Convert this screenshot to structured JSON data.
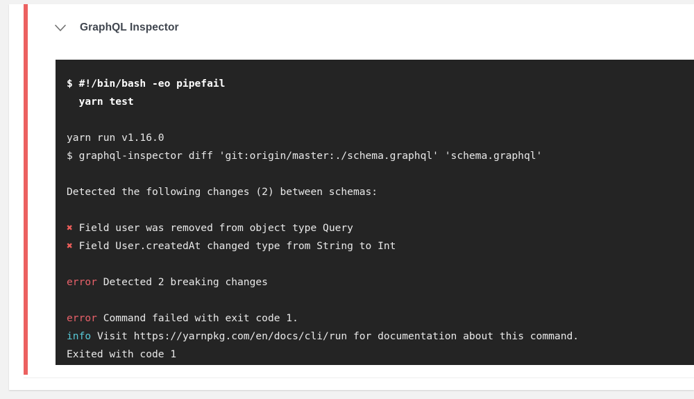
{
  "step": {
    "title": "GraphQL Inspector",
    "chevron_icon": "chevron-down-icon",
    "status_color": "#ec6160"
  },
  "terminal": {
    "background_color": "#242424",
    "text_color": "#e9e9e9",
    "error_color": "#e8616a",
    "info_color": "#57c8d6",
    "cross_color": "#ee5f5b",
    "lines": [
      {
        "type": "command",
        "text": "$ #!/bin/bash -eo pipefail"
      },
      {
        "type": "command",
        "text": "  yarn test"
      },
      {
        "type": "blank",
        "text": ""
      },
      {
        "type": "plain",
        "text": "yarn run v1.16.0"
      },
      {
        "type": "plain",
        "text": "$ graphql-inspector diff 'git:origin/master:./schema.graphql' 'schema.graphql'"
      },
      {
        "type": "blank",
        "text": ""
      },
      {
        "type": "plain",
        "text": "Detected the following changes (2) between schemas:"
      },
      {
        "type": "blank",
        "text": ""
      },
      {
        "type": "cross",
        "prefix": "✖",
        "text": " Field user was removed from object type Query"
      },
      {
        "type": "cross",
        "prefix": "✖",
        "text": " Field User.createdAt changed type from String to Int"
      },
      {
        "type": "blank",
        "text": ""
      },
      {
        "type": "error",
        "prefix": "error",
        "text": " Detected 2 breaking changes"
      },
      {
        "type": "blank",
        "text": ""
      },
      {
        "type": "error",
        "prefix": "error",
        "text": " Command failed with exit code 1."
      },
      {
        "type": "info",
        "prefix": "info",
        "text": " Visit https://yarnpkg.com/en/docs/cli/run for documentation about this command."
      },
      {
        "type": "plain",
        "text": "Exited with code 1"
      }
    ]
  }
}
